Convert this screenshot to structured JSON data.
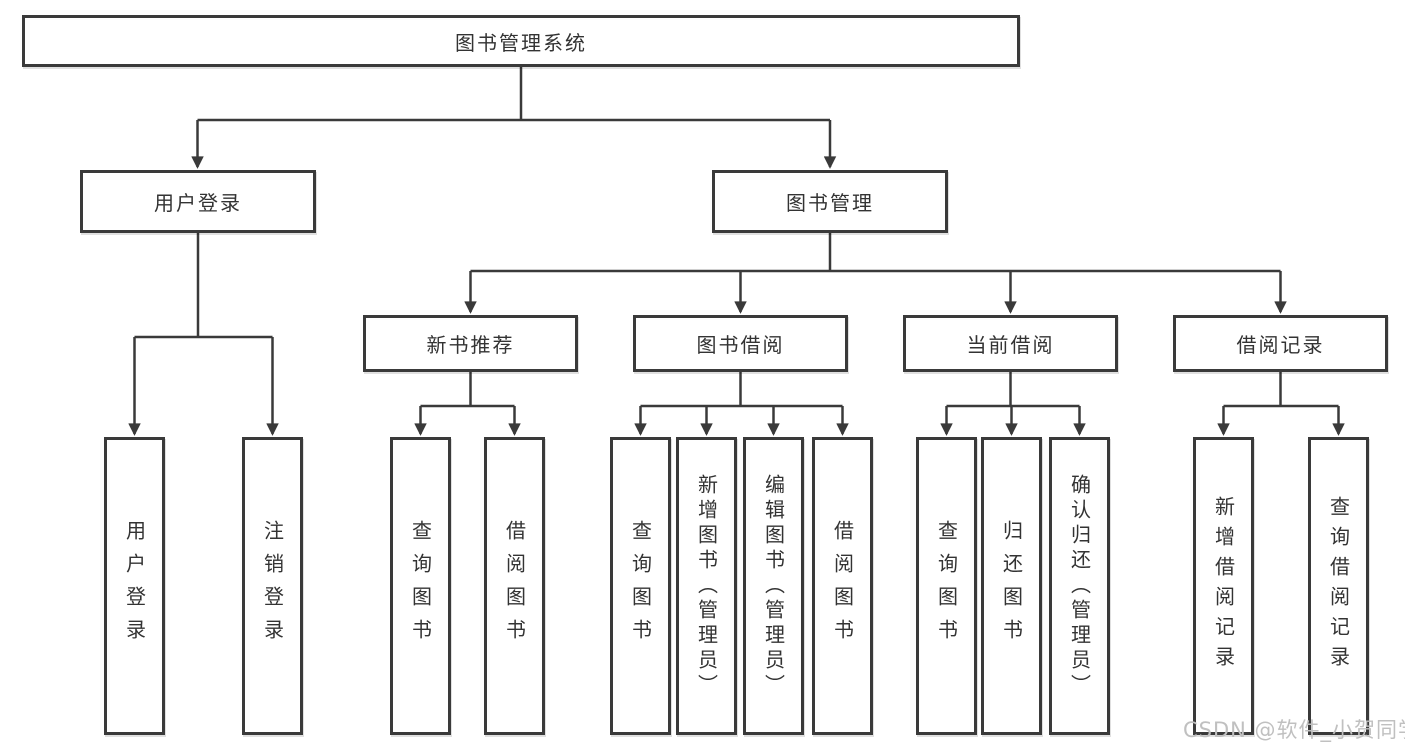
{
  "diagram": {
    "root": {
      "label": "图书管理系统",
      "children": [
        {
          "label": "用户登录",
          "children": [
            {
              "label": "用户登录"
            },
            {
              "label": "注销登录"
            }
          ]
        },
        {
          "label": "图书管理",
          "children": [
            {
              "label": "新书推荐",
              "children": [
                {
                  "label": "查询图书"
                },
                {
                  "label": "借阅图书"
                }
              ]
            },
            {
              "label": "图书借阅",
              "children": [
                {
                  "label": "查询图书"
                },
                {
                  "label": "新增图书（管理员）"
                },
                {
                  "label": "编辑图书（管理员）"
                },
                {
                  "label": "借阅图书"
                }
              ]
            },
            {
              "label": "当前借阅",
              "children": [
                {
                  "label": "查询图书"
                },
                {
                  "label": "归还图书"
                },
                {
                  "label": "确认归还（管理员）"
                }
              ]
            },
            {
              "label": "借阅记录",
              "children": [
                {
                  "label": "新增借阅记录"
                },
                {
                  "label": "查询借阅记录"
                }
              ]
            }
          ]
        }
      ]
    }
  },
  "watermark": {
    "text": "CSDN @软件_小贺同学"
  },
  "colors": {
    "line": "#3a3a3a",
    "text": "#333333",
    "watermark": "#c0c0c0",
    "background": "#ffffff"
  }
}
